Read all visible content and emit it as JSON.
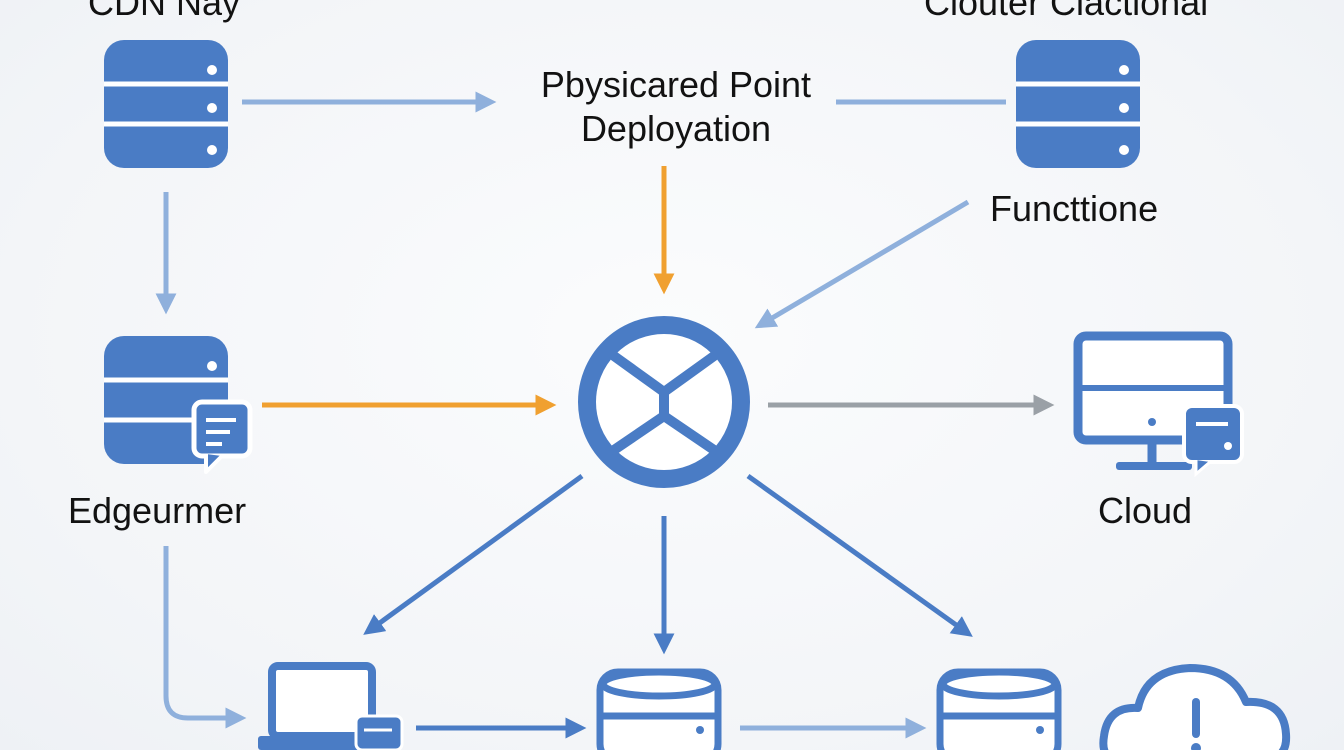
{
  "labels": {
    "cdn": "CDN Nay",
    "clouter": "Clouter Clactional",
    "physical_line1": "Pbysicared Point",
    "physical_line2": "Deployation",
    "functione": "Functtione",
    "edgeurmer": "Edgeurmer",
    "cloud": "Cloud"
  },
  "colors": {
    "node_blue": "#4a7cc5",
    "flow_light_blue": "#8fb0dc",
    "flow_blue": "#4a7cc5",
    "flow_orange": "#f0a030",
    "flow_gray": "#9aa0a6"
  },
  "icons": [
    "database-icon",
    "database-chat-icon",
    "hub-icon",
    "monitor-icon",
    "laptop-icon",
    "cloud-alert-icon"
  ]
}
